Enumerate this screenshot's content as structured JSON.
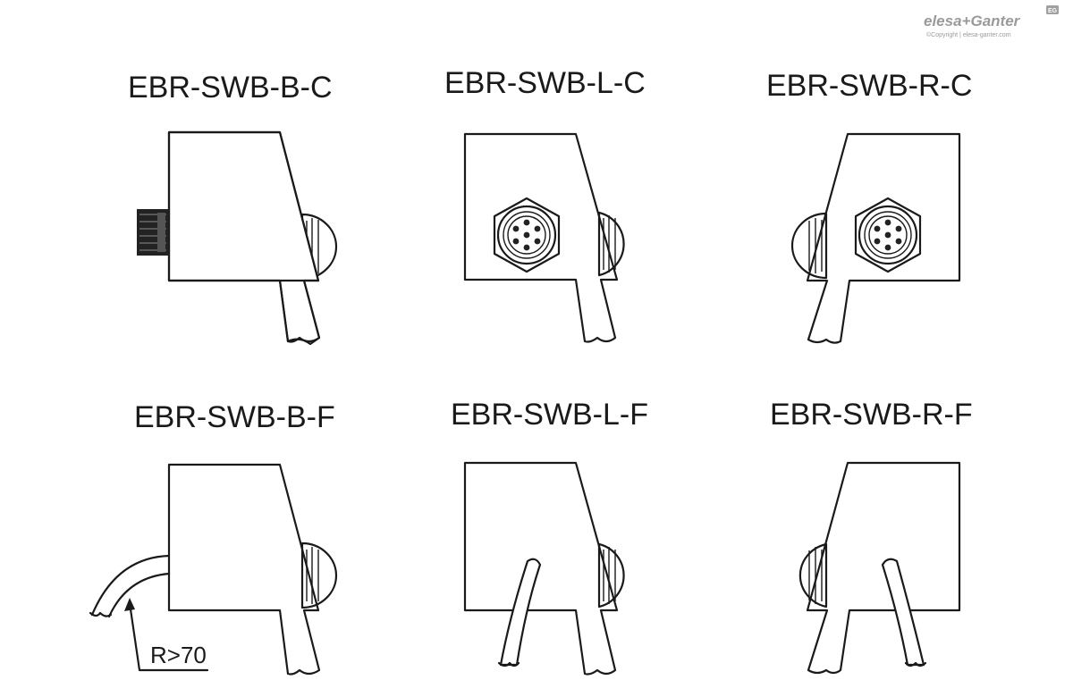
{
  "logo": {
    "brand": "elesa+Ganter",
    "badge": "EG",
    "copyright": "©Copyright | elesa-ganter.com"
  },
  "variants": [
    {
      "code": "EBR-SWB-B-C",
      "icon": "cable-connector-back-icon"
    },
    {
      "code": "EBR-SWB-L-C",
      "icon": "connector-left-icon"
    },
    {
      "code": "EBR-SWB-R-C",
      "icon": "connector-right-icon"
    },
    {
      "code": "EBR-SWB-B-F",
      "icon": "free-cable-back-icon"
    },
    {
      "code": "EBR-SWB-L-F",
      "icon": "free-cable-left-icon"
    },
    {
      "code": "EBR-SWB-R-F",
      "icon": "free-cable-right-icon"
    }
  ],
  "dimension": {
    "bend_radius": "R>70"
  }
}
